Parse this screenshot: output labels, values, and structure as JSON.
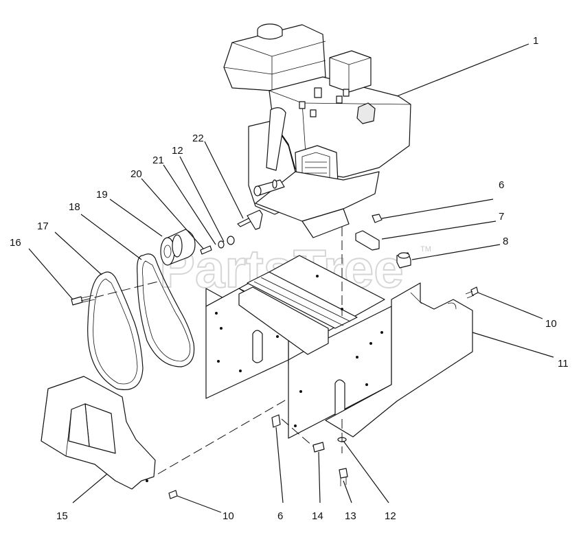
{
  "watermark": {
    "text": "PartsTree",
    "mark": "TM"
  },
  "callouts": [
    {
      "id": "c1",
      "label": "1"
    },
    {
      "id": "c6a",
      "label": "6"
    },
    {
      "id": "c7",
      "label": "7"
    },
    {
      "id": "c8",
      "label": "8"
    },
    {
      "id": "c10a",
      "label": "10"
    },
    {
      "id": "c11",
      "label": "11"
    },
    {
      "id": "c22",
      "label": "22"
    },
    {
      "id": "c12a",
      "label": "12"
    },
    {
      "id": "c21",
      "label": "21"
    },
    {
      "id": "c20",
      "label": "20"
    },
    {
      "id": "c19",
      "label": "19"
    },
    {
      "id": "c18",
      "label": "18"
    },
    {
      "id": "c17",
      "label": "17"
    },
    {
      "id": "c16",
      "label": "16"
    },
    {
      "id": "c15",
      "label": "15"
    },
    {
      "id": "c10b",
      "label": "10"
    },
    {
      "id": "c6b",
      "label": "6"
    },
    {
      "id": "c14",
      "label": "14"
    },
    {
      "id": "c13",
      "label": "13"
    },
    {
      "id": "c12b",
      "label": "12"
    }
  ],
  "icons": {
    "engine": "engine-icon",
    "frame": "frame-icon",
    "belt_cover": "belt-cover-icon",
    "pulley": "pulley-icon",
    "belt": "belt-icon",
    "guard": "guard-icon"
  }
}
